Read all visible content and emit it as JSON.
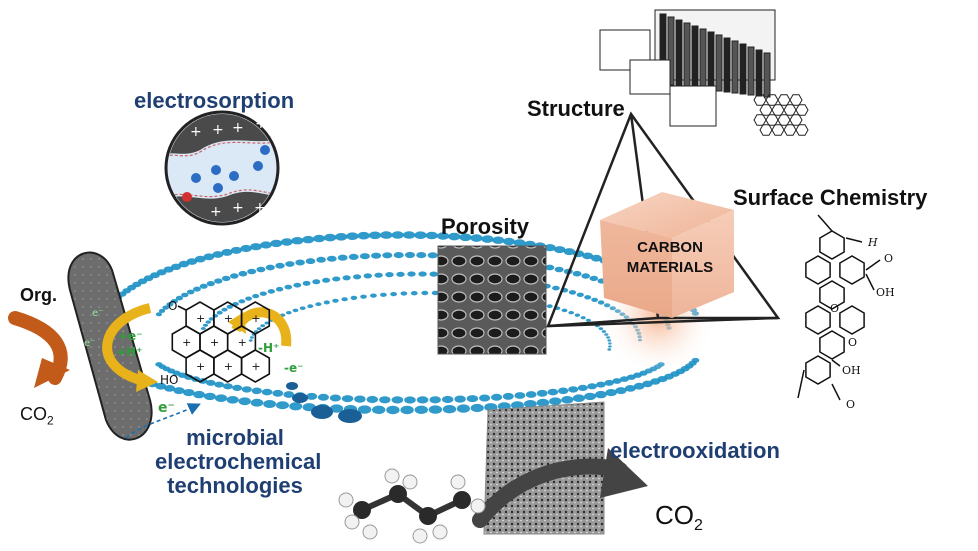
{
  "labels": {
    "electrosorption": "electrosorption",
    "microbial": [
      "microbial",
      "electrochemical",
      "technologies"
    ],
    "electrooxidation": "electrooxidation",
    "structure": "Structure",
    "surface_chemistry": "Surface Chemistry",
    "porosity": "Porosity",
    "carbon_materials": [
      "CARBON",
      "MATERIALS"
    ],
    "org": "Org.",
    "co2_left": "CO",
    "co2_left_sub": "2",
    "co2_right": "CO",
    "co2_right_sub": "2",
    "electron_in": "+e⁻",
    "proton_in": "+H⁺",
    "proton_out": "-H⁺",
    "electron_out": "-e⁻",
    "electron_dashed": "e⁻",
    "bio_e1": "e⁻",
    "bio_e2": "e⁻",
    "quinone_oh": "HO",
    "quinone_o": "O",
    "chem_h": "H",
    "chem_o1": "O",
    "chem_oh1": "OH",
    "chem_o2": "O",
    "chem_o3": "O",
    "chem_oh2": "OH",
    "chem_o4": "O"
  },
  "colors": {
    "title_blue": "#1f3f73",
    "dots_blue": "#1a8fc4",
    "arrow_orange": "#c25a1a",
    "arrow_yellow": "#e8b21a",
    "green_text": "#2e9e3a",
    "cube": "#f2b9a0"
  }
}
